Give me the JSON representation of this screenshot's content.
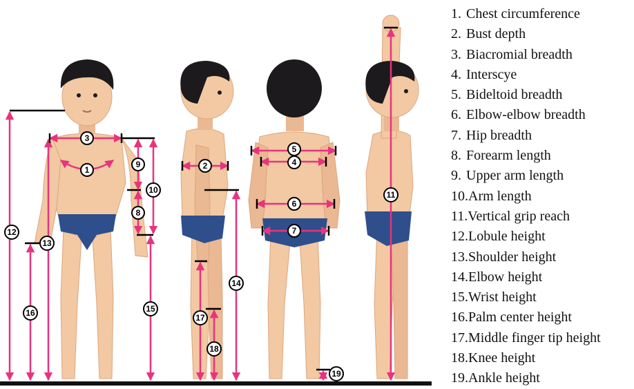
{
  "legend": [
    {
      "num": "1.",
      "text": "Chest circumference"
    },
    {
      "num": "2.",
      "text": "Bust depth"
    },
    {
      "num": "3.",
      "text": "Biacromial breadth"
    },
    {
      "num": "4.",
      "text": "Interscye"
    },
    {
      "num": "5.",
      "text": "Bideltoid breadth"
    },
    {
      "num": "6.",
      "text": "Elbow-elbow breadth"
    },
    {
      "num": "7.",
      "text": "Hip breadth"
    },
    {
      "num": "8.",
      "text": "Forearm length"
    },
    {
      "num": "9.",
      "text": "Upper arm length"
    },
    {
      "num": "10.",
      "text": "Arm length"
    },
    {
      "num": "11.",
      "text": "Vertical grip reach"
    },
    {
      "num": "12.",
      "text": "Lobule height"
    },
    {
      "num": "13.",
      "text": "Shoulder height"
    },
    {
      "num": "14.",
      "text": "Elbow height"
    },
    {
      "num": "15.",
      "text": "Wrist height"
    },
    {
      "num": "16.",
      "text": "Palm center height"
    },
    {
      "num": "17.",
      "text": "Middle finger tip height"
    },
    {
      "num": "18.",
      "text": "Knee height"
    },
    {
      "num": "19.",
      "text": "Ankle height"
    }
  ],
  "markers": [
    "1",
    "2",
    "3",
    "4",
    "5",
    "6",
    "7",
    "8",
    "9",
    "10",
    "11",
    "12",
    "13",
    "14",
    "15",
    "16",
    "17",
    "18",
    "19"
  ],
  "colors": {
    "measure": "#e8337d",
    "skin": "#f2c9a2",
    "skin_shade": "#dca57f",
    "hair": "#1c1a1c",
    "briefs": "#2e4f8c",
    "tick": "#000000"
  }
}
